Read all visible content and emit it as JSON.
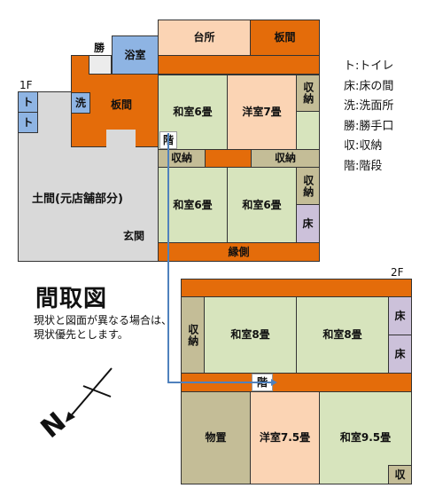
{
  "floor1": {
    "label": "1F",
    "rooms": {
      "kitchen": "台所",
      "wood_floor_top": "板間",
      "back_entrance": "勝",
      "bath": "浴室",
      "toilet_1": "ト",
      "toilet_2": "ト",
      "washroom": "洗",
      "wood_floor_main": "板間",
      "washitsu_6_a": "和室6畳",
      "youshitsu_7": "洋室7畳",
      "closet_right_top": "収納",
      "stairs": "階",
      "closet_mid_left": "収納",
      "closet_mid_right": "収納",
      "doma": "土間(元店舗部分)",
      "genkan": "玄関",
      "washitsu_6_b": "和室6畳",
      "washitsu_6_c": "和室6畳",
      "closet_right_bottom": "収納",
      "tokonoma": "床",
      "engawa": "縁側"
    }
  },
  "floor2": {
    "label": "2F",
    "rooms": {
      "closet": "収納",
      "washitsu_8_a": "和室8畳",
      "washitsu_8_b": "和室8畳",
      "tokonoma_1": "床",
      "tokonoma_2": "床",
      "stairs": "階",
      "storage": "物置",
      "youshitsu_7_5": "洋室7.5畳",
      "washitsu_9_5": "和室9.5畳",
      "closet_small": "収"
    }
  },
  "legend": [
    "ト:トイレ",
    "床:床の間",
    "洗:洗面所",
    "勝:勝手口",
    "収:収納",
    "階:階段"
  ],
  "title": "間取図",
  "note": "現状と図面が異なる場合は、現状優先とします。",
  "compass": {
    "north_label": "N"
  },
  "colors": {
    "wood_floor": "#e46c0a",
    "kitchen": "#fbd4b4",
    "washitsu": "#d7e4bd",
    "water_area": "#8eb4e3",
    "doma": "#d9d9d9",
    "storage": "#c4bd97",
    "tokonoma": "#ccc1da",
    "stair_link": "#4f81bd"
  }
}
